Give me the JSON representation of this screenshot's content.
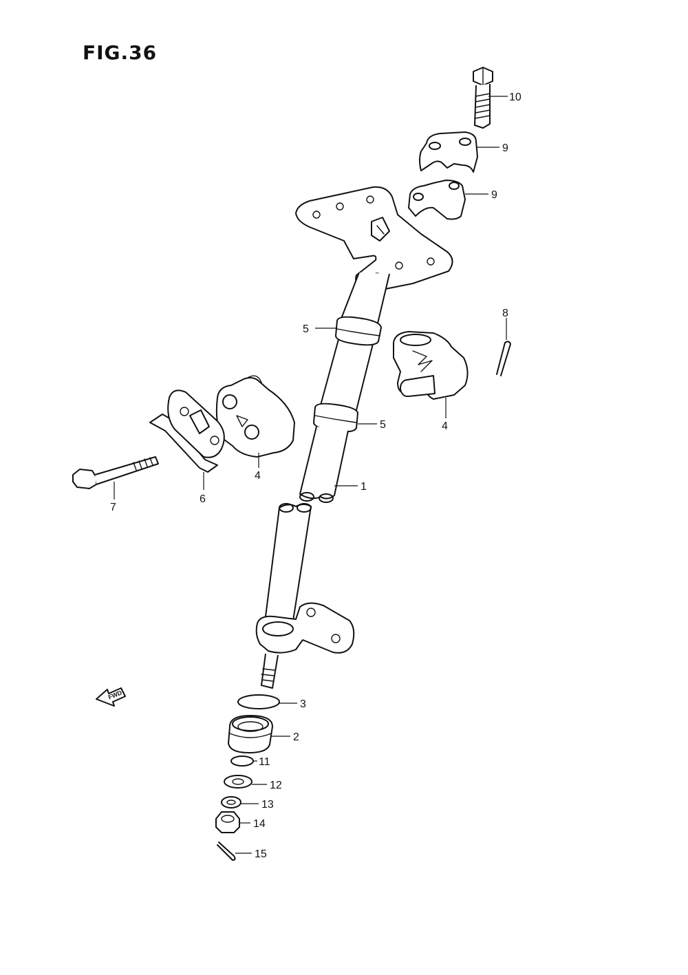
{
  "figure": {
    "title": "FIG.36",
    "fwd_label": "FWD"
  },
  "callouts": [
    {
      "id": "c10",
      "number": "10"
    },
    {
      "id": "c9a",
      "number": "9"
    },
    {
      "id": "c9b",
      "number": "9"
    },
    {
      "id": "c8",
      "number": "8"
    },
    {
      "id": "c5a",
      "number": "5"
    },
    {
      "id": "c5b",
      "number": "5"
    },
    {
      "id": "c4a",
      "number": "4"
    },
    {
      "id": "c4b",
      "number": "4"
    },
    {
      "id": "c1",
      "number": "1"
    },
    {
      "id": "c7",
      "number": "7"
    },
    {
      "id": "c6",
      "number": "6"
    },
    {
      "id": "c3",
      "number": "3"
    },
    {
      "id": "c2",
      "number": "2"
    },
    {
      "id": "c11",
      "number": "11"
    },
    {
      "id": "c12",
      "number": "12"
    },
    {
      "id": "c13",
      "number": "13"
    },
    {
      "id": "c14",
      "number": "14"
    },
    {
      "id": "c15",
      "number": "15"
    }
  ]
}
